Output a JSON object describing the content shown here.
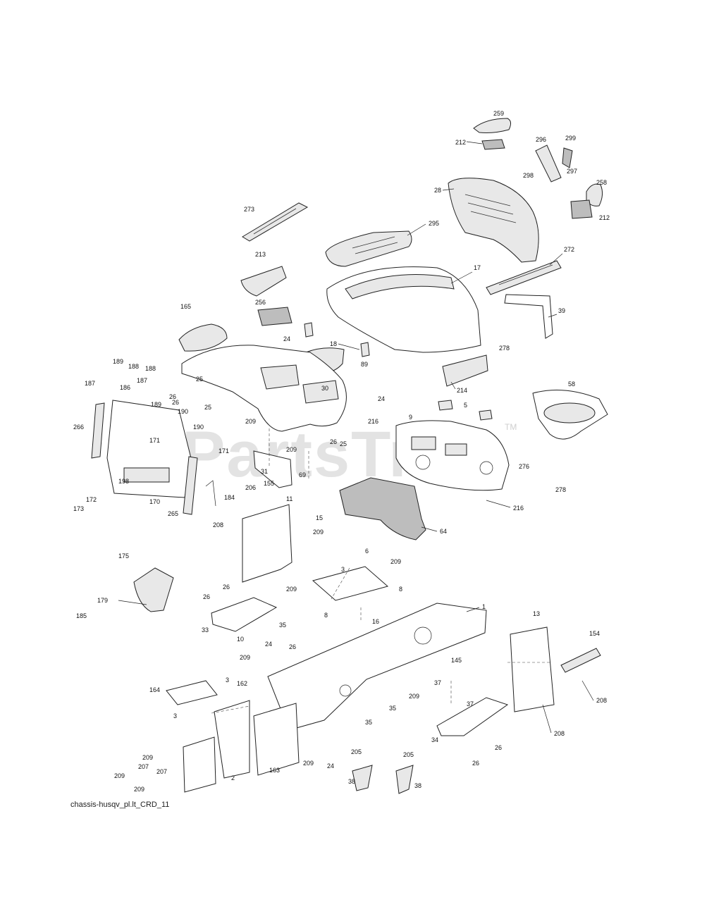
{
  "diagram": {
    "caption": "chassis-husqv_pl.lt_CRD_11",
    "watermark": "PartsTree",
    "watermark_tm": "TM",
    "labels": [
      "259",
      "212",
      "296",
      "299",
      "298",
      "297",
      "258",
      "212",
      "28",
      "273",
      "295",
      "272",
      "213",
      "17",
      "39",
      "165",
      "256",
      "18",
      "89",
      "24",
      "278",
      "214",
      "189",
      "188",
      "187",
      "188",
      "186",
      "187",
      "189",
      "190",
      "26",
      "25",
      "26",
      "25",
      "30",
      "24",
      "58",
      "5",
      "266",
      "190",
      "209",
      "171",
      "171",
      "216",
      "9",
      "26",
      "25",
      "209",
      "69",
      "31",
      "198",
      "172",
      "173",
      "170",
      "265",
      "184",
      "206",
      "155",
      "11",
      "276",
      "216",
      "278",
      "64",
      "15",
      "208",
      "209",
      "175",
      "6",
      "209",
      "3",
      "8",
      "26",
      "26",
      "209",
      "8",
      "179",
      "185",
      "33",
      "35",
      "16",
      "10",
      "1",
      "24",
      "26",
      "13",
      "154",
      "209",
      "164",
      "3",
      "162",
      "145",
      "37",
      "209",
      "208",
      "37",
      "35",
      "35",
      "3",
      "208",
      "34",
      "26",
      "26",
      "209",
      "207",
      "207",
      "209",
      "209",
      "2",
      "163",
      "209",
      "24",
      "205",
      "205",
      "38",
      "38"
    ]
  }
}
